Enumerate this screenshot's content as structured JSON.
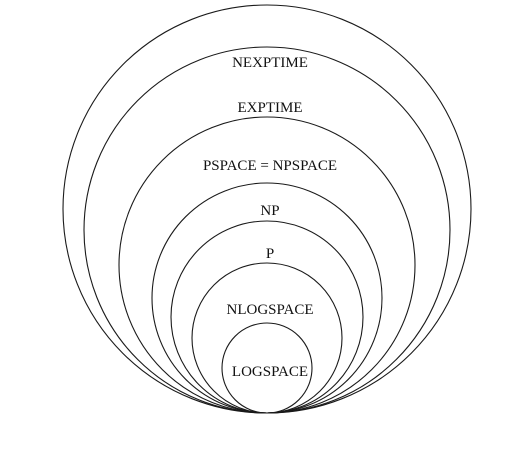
{
  "diagram": {
    "classes": [
      {
        "id": "nexptime",
        "label": "NEXPTIME"
      },
      {
        "id": "exptime",
        "label": "EXPTIME"
      },
      {
        "id": "pspace",
        "label": "PSPACE = NPSPACE"
      },
      {
        "id": "np",
        "label": "NP"
      },
      {
        "id": "p",
        "label": "P"
      },
      {
        "id": "nlogspace",
        "label": "NLOGSPACE"
      },
      {
        "id": "logspace",
        "label": "LOGSPACE"
      }
    ],
    "relation": "nested-subsets"
  }
}
